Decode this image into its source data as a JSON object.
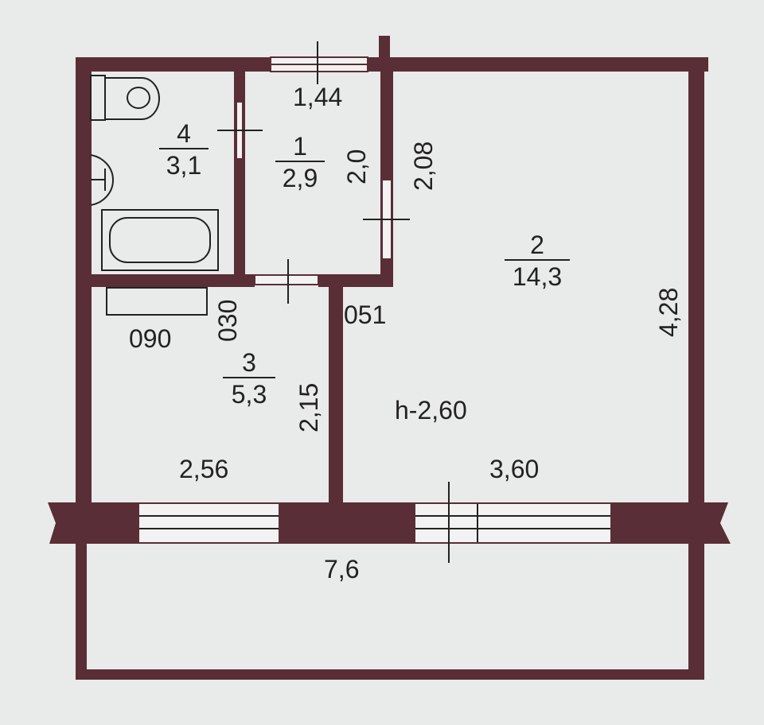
{
  "rooms": [
    {
      "number": "1",
      "area": "2,9"
    },
    {
      "number": "2",
      "area": "14,3"
    },
    {
      "number": "3",
      "area": "5,3"
    },
    {
      "number": "4",
      "area": "3,1"
    }
  ],
  "dimensions": {
    "corridor_top_width": "1,44",
    "corridor_height": "2,0",
    "door_width_room1": "2,08",
    "room3_height": "2,15",
    "room3_width": "2,56",
    "room2_width": "3,60",
    "room2_height": "4,28",
    "balcony_width": "7,6",
    "ceiling_height": "h-2,60",
    "code_090": "090",
    "code_030": "030",
    "code_051": "051"
  },
  "colors": {
    "wall": "#5a2e36",
    "background": "#e9eaea",
    "line": "#222222"
  }
}
